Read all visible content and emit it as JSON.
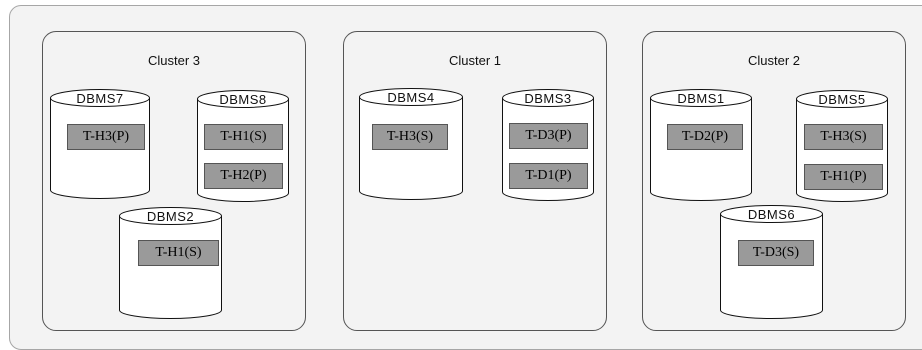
{
  "clusters": [
    {
      "title": "Cluster 3",
      "dbs": [
        {
          "label": "DBMS7",
          "tables": [
            "T-H3(P)"
          ]
        },
        {
          "label": "DBMS8",
          "tables": [
            "T-H1(S)",
            "T-H2(P)"
          ]
        },
        {
          "label": "DBMS2",
          "tables": [
            "T-H1(S)"
          ]
        }
      ]
    },
    {
      "title": "Cluster 1",
      "dbs": [
        {
          "label": "DBMS4",
          "tables": [
            "T-H3(S)"
          ]
        },
        {
          "label": "DBMS3",
          "tables": [
            "T-D3(P)",
            "T-D1(P)"
          ]
        }
      ]
    },
    {
      "title": "Cluster 2",
      "dbs": [
        {
          "label": "DBMS1",
          "tables": [
            "T-D2(P)"
          ]
        },
        {
          "label": "DBMS5",
          "tables": [
            "T-H3(S)",
            "T-H1(P)"
          ]
        },
        {
          "label": "DBMS6",
          "tables": [
            "T-D3(S)"
          ]
        }
      ]
    }
  ],
  "colors": {
    "background": "#f3f3f3",
    "table_fill": "#9a9a9a",
    "border": "#555555"
  }
}
